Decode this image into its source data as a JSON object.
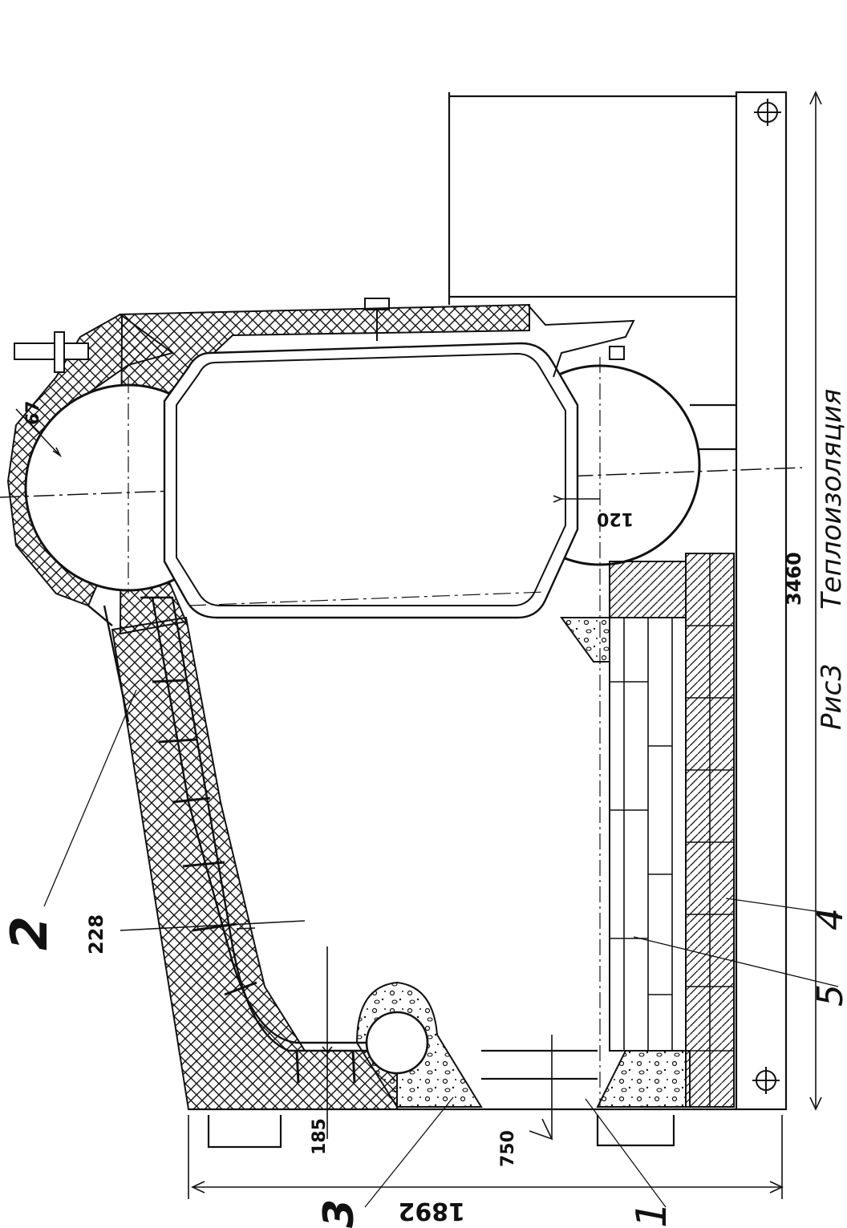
{
  "figure": {
    "caption_fig": "Рис3",
    "caption_text": "Теплоизоляция"
  },
  "dimensions": {
    "overall_length": "3460",
    "overall_height": "1892",
    "top_insulation": "67",
    "side_insulation": "228",
    "bottom_insulation": "185",
    "level": "750",
    "drum_offset": "120"
  },
  "callouts": {
    "c1": "1",
    "c2": "2",
    "c3": "3",
    "c4": "4",
    "c5": "5"
  },
  "colors": {
    "ink": "#111111",
    "paper": "#ffffff"
  }
}
